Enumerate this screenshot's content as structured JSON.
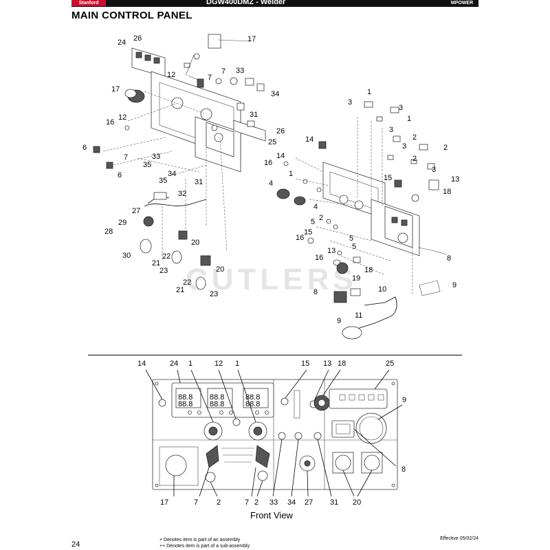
{
  "header": {
    "brand": "Stanford",
    "title": "DGW400DMZ - Welder",
    "power_logo": "MPOWER"
  },
  "section_title": "MAIN CONTROL PANEL",
  "watermark": "CUTLERS",
  "exploded_view": {
    "callouts": [
      "26",
      "24",
      "17",
      "12",
      "7",
      "7",
      "33",
      "34",
      "17",
      "12",
      "16",
      "31",
      "26",
      "25",
      "6",
      "7",
      "33",
      "35",
      "34",
      "35",
      "31",
      "32",
      "27",
      "29",
      "28",
      "30",
      "20",
      "22",
      "21",
      "23",
      "20",
      "21",
      "23",
      "1",
      "3",
      "3",
      "1",
      "3",
      "14",
      "2",
      "2",
      "3",
      "2",
      "3",
      "16",
      "14",
      "1",
      "4",
      "15",
      "13",
      "4",
      "18",
      "2",
      "5",
      "5",
      "16",
      "15",
      "13",
      "5",
      "16",
      "18",
      "19",
      "8",
      "8",
      "10",
      "9",
      "11",
      "9"
    ]
  },
  "front_view": {
    "caption": "Front View",
    "top_callouts": [
      "14",
      "24",
      "1",
      "12",
      "1",
      "15",
      "13",
      "18",
      "25"
    ],
    "bottom_callouts": [
      "17",
      "7",
      "2",
      "7",
      "2",
      "33",
      "34",
      "27",
      "31",
      "20"
    ],
    "right_callouts": [
      "9",
      "8"
    ]
  },
  "footer": {
    "page_number": "24",
    "note_1": "+ Denotes item is part of an assembly",
    "note_2": "++ Denotes item is part of a sub-assembly",
    "effective": "Effective 05/02/24"
  }
}
